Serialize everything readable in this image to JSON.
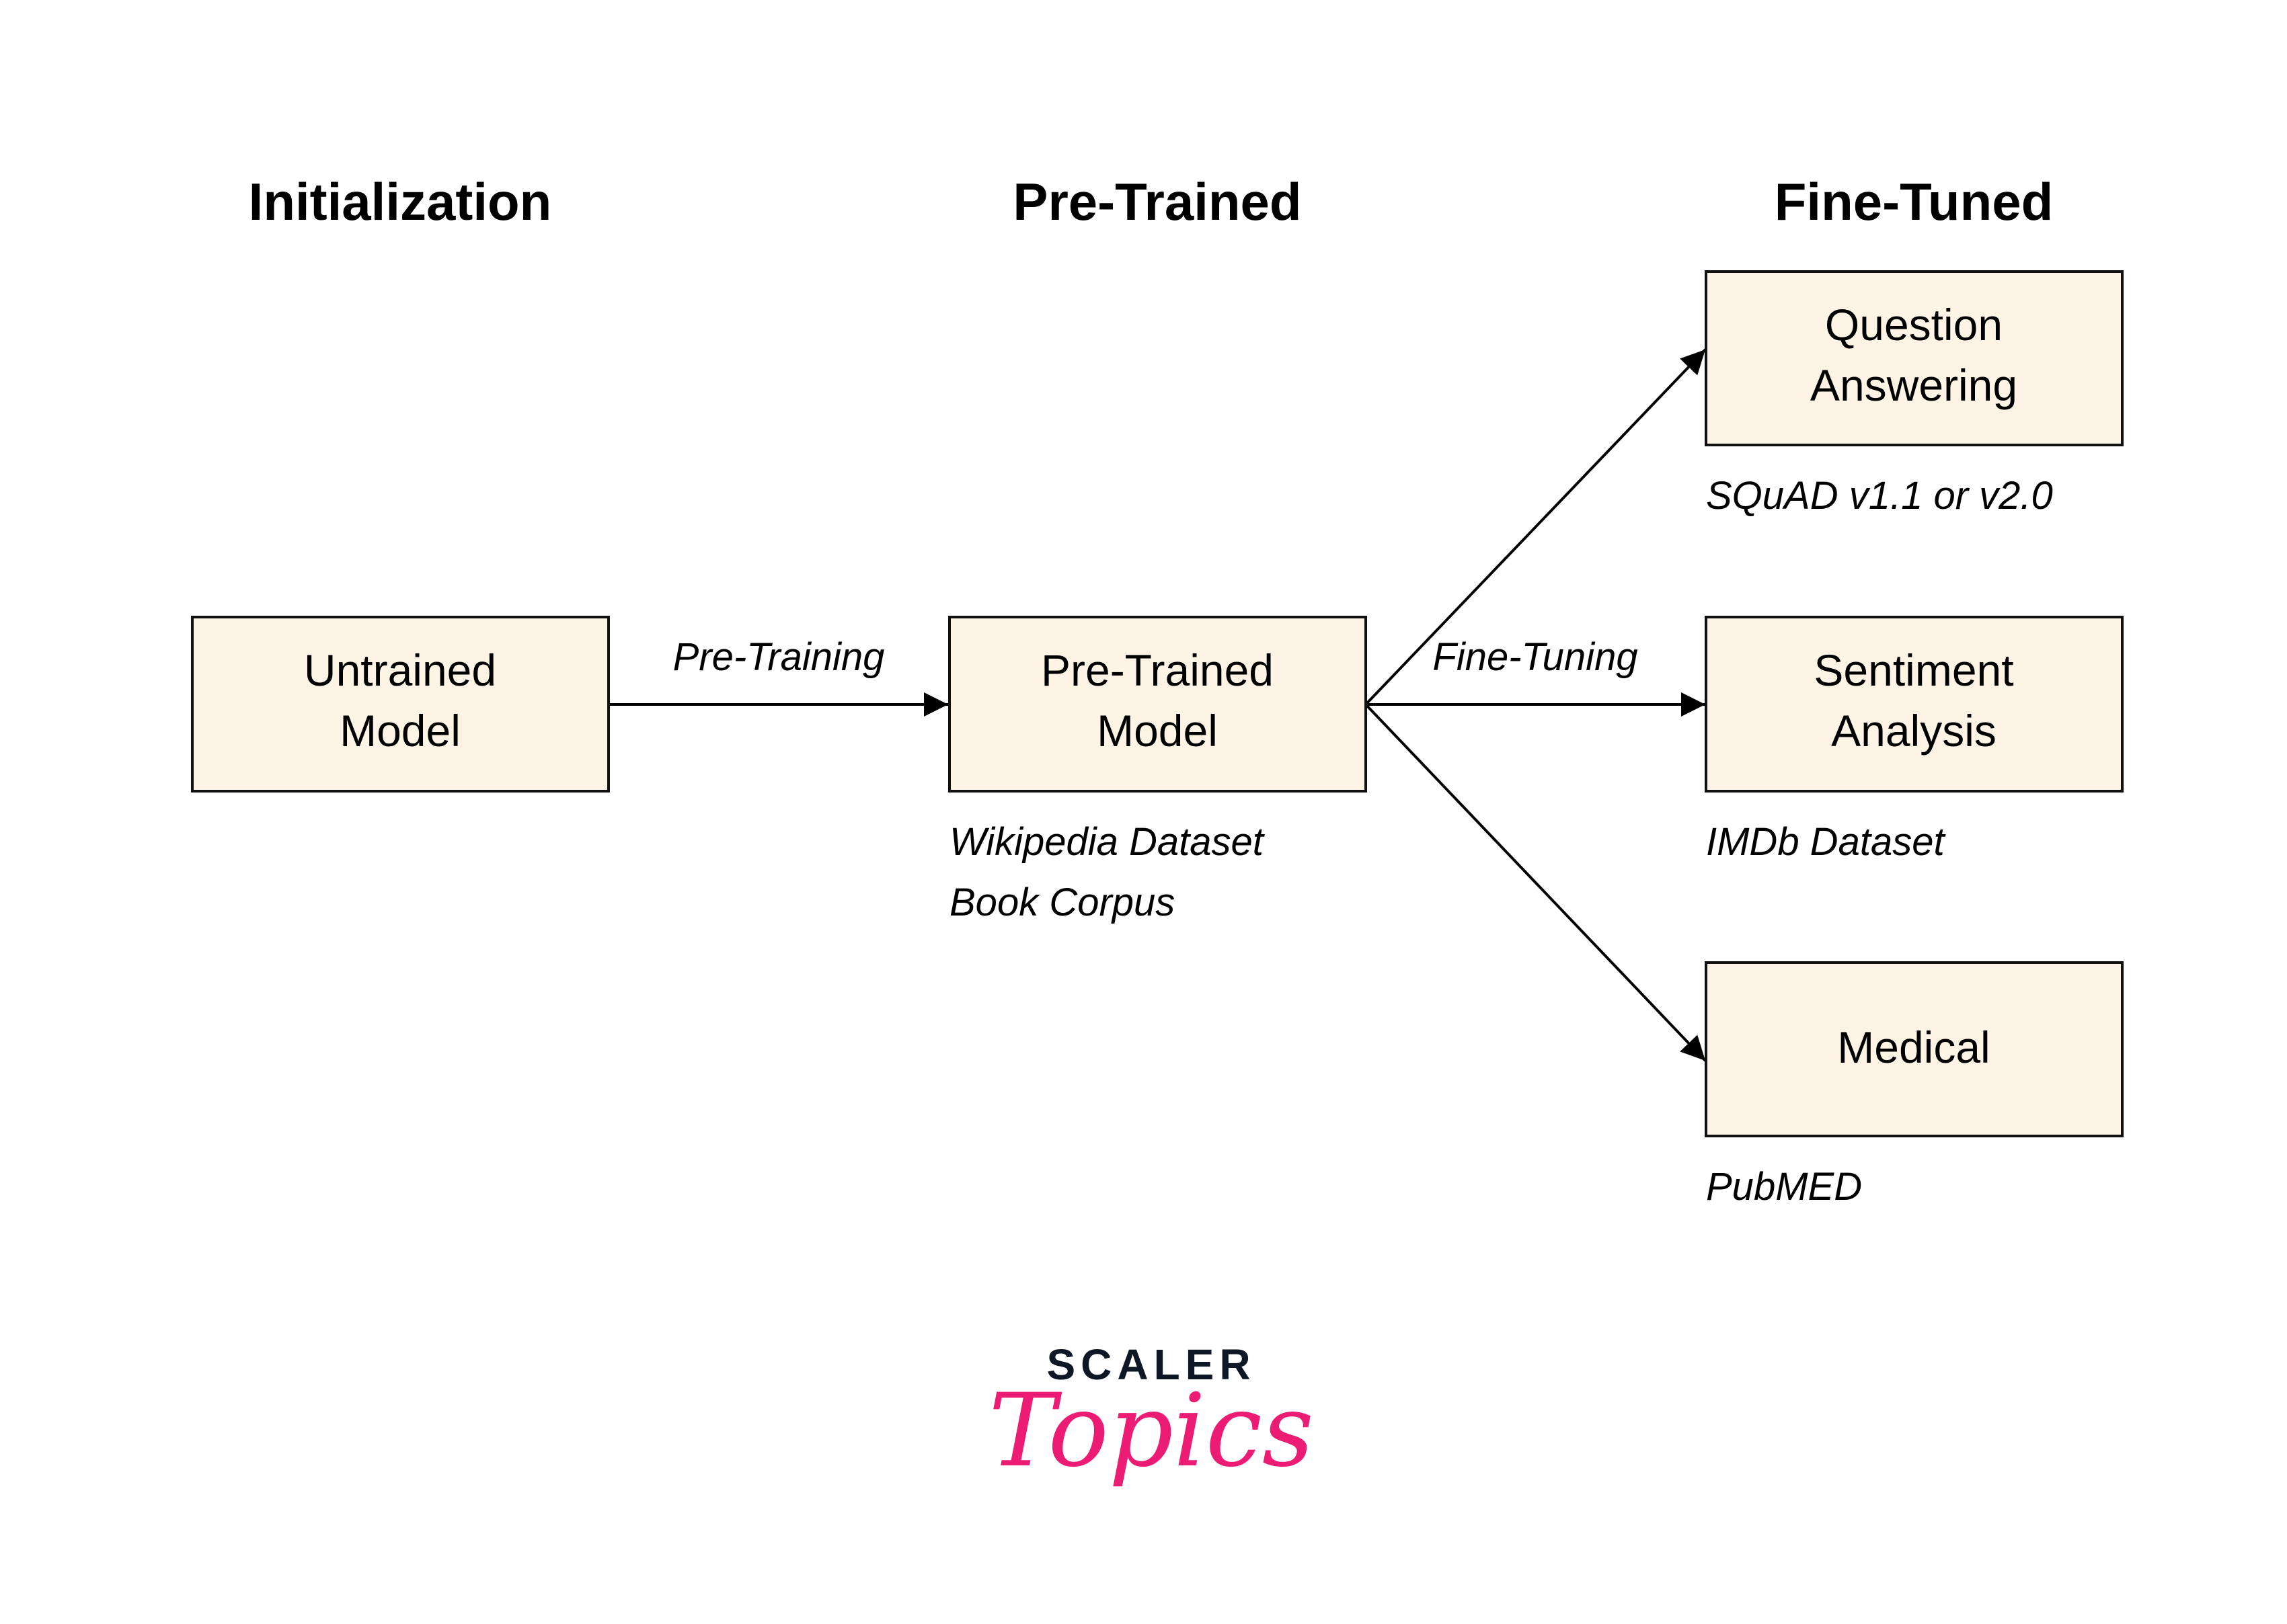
{
  "columns": [
    {
      "heading": "Initialization"
    },
    {
      "heading": "Pre-Trained"
    },
    {
      "heading": "Fine-Tuned"
    }
  ],
  "nodes": {
    "untrained": {
      "lines": [
        "Untrained",
        "Model"
      ]
    },
    "pretrained": {
      "lines": [
        "Pre-Trained",
        "Model"
      ],
      "datasets": [
        "Wikipedia Dataset",
        "Book Corpus"
      ]
    },
    "qa": {
      "lines": [
        "Question",
        "Answering"
      ],
      "datasets": [
        "SQuAD v1.1 or v2.0"
      ]
    },
    "sentiment": {
      "lines": [
        "Sentiment",
        "Analysis"
      ],
      "datasets": [
        "IMDb Dataset"
      ]
    },
    "medical": {
      "lines": [
        "Medical"
      ],
      "datasets": [
        "PubMED"
      ]
    }
  },
  "edges": {
    "pretraining_label": "Pre-Training",
    "finetuning_label": "Fine-Tuning"
  },
  "logo": {
    "brand": "SCALER",
    "sub": "Topics",
    "colors": {
      "brand": "#0d1726",
      "sub": "#ec1c74"
    }
  },
  "colors": {
    "box_fill": "#fdf4e6",
    "stroke": "#111111"
  }
}
